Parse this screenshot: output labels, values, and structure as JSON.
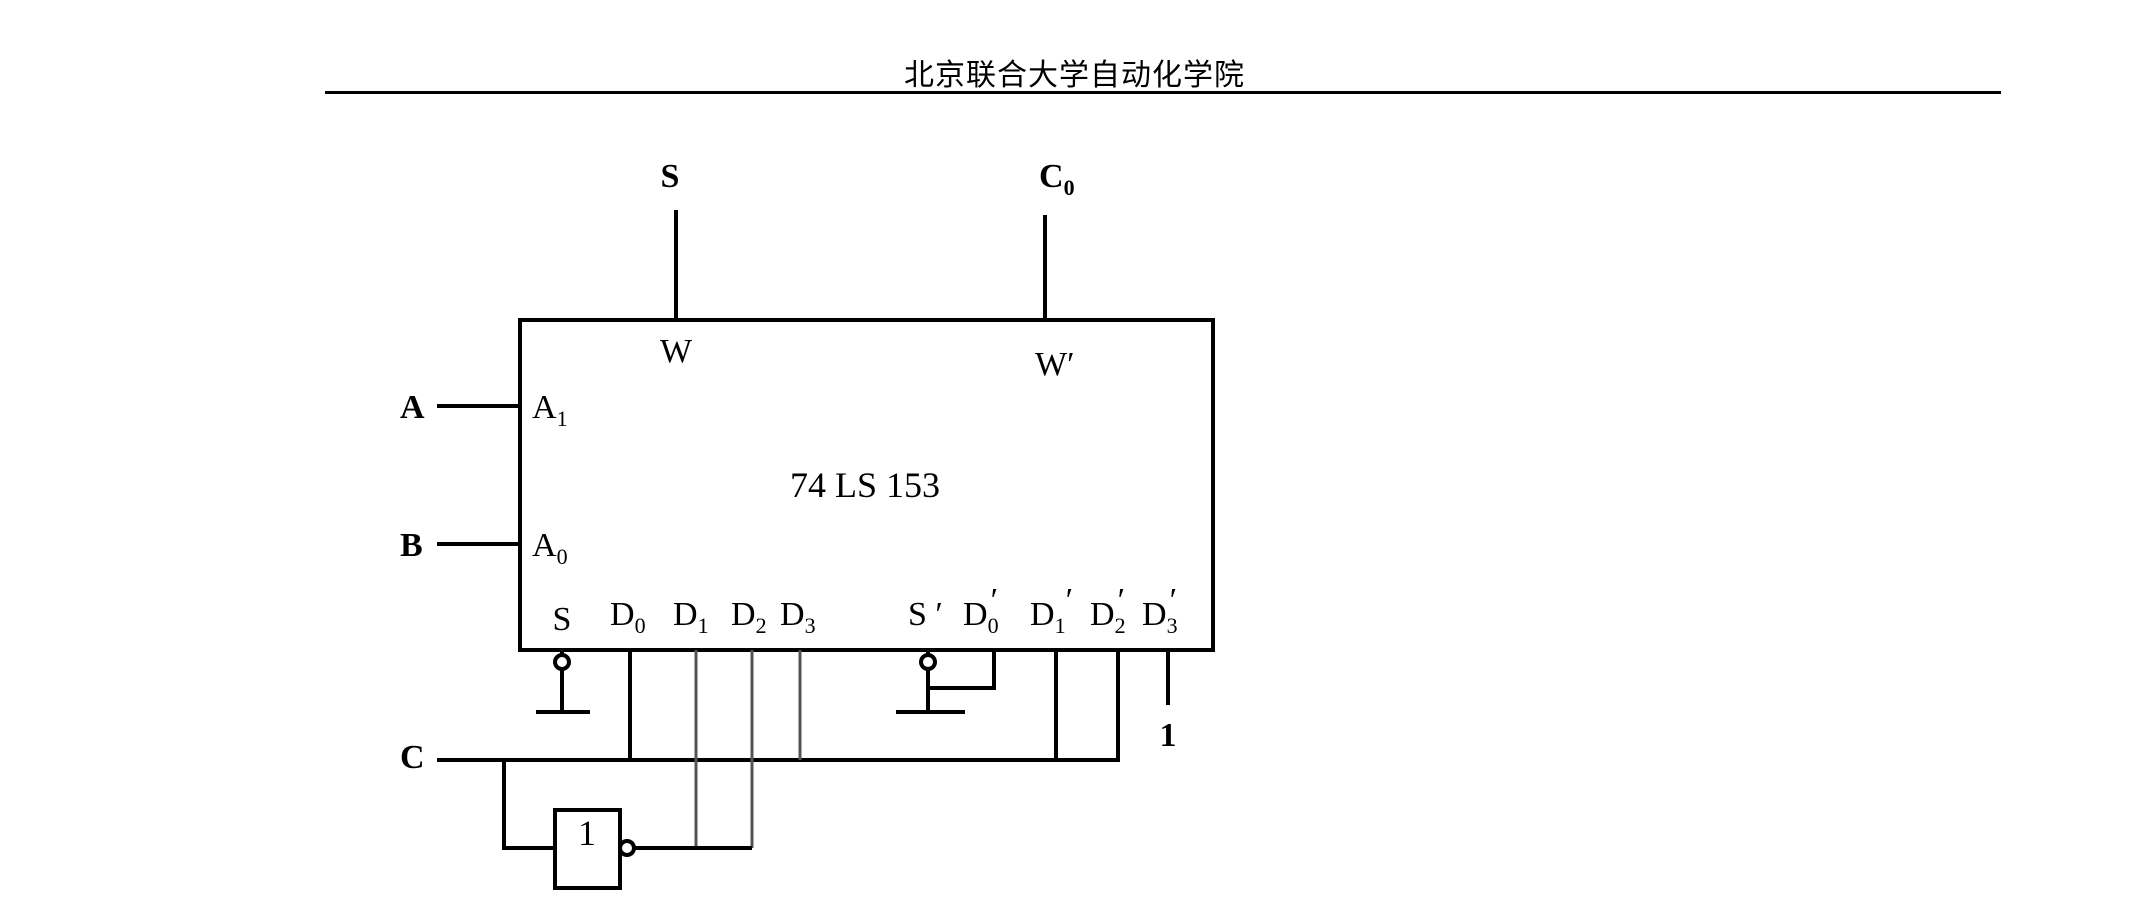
{
  "header": {
    "title": "北京联合大学自动化学院"
  },
  "diagram": {
    "outputs": {
      "s": "S",
      "c0_main": "C",
      "c0_sub": "0"
    },
    "inputs": {
      "a": "A",
      "b": "B",
      "c": "C",
      "one": "1"
    },
    "chip": {
      "label": "74 LS 153",
      "pin_w": "W",
      "pin_w_prime": "W′",
      "pin_a1_main": "A",
      "pin_a1_sub": "1",
      "pin_a0_main": "A",
      "pin_a0_sub": "0",
      "pin_s": "S",
      "pin_s_prime": "S ′",
      "pin_d0": "D",
      "pin_d0_sub": "0",
      "pin_d1": "D",
      "pin_d1_sub": "1",
      "pin_d2": "D",
      "pin_d2_sub": "2",
      "pin_d3": "D",
      "pin_d3_sub": "3",
      "pin_d0p": "D",
      "pin_d0p_sub": "0",
      "pin_d0p_prime": "′",
      "pin_d1p": "D",
      "pin_d1p_sub": "1",
      "pin_d1p_prime": "′",
      "pin_d2p": "D",
      "pin_d2p_sub": "2",
      "pin_d2p_prime": "′",
      "pin_d3p": "D",
      "pin_d3p_sub": "3",
      "pin_d3p_prime": "′"
    },
    "inverter": {
      "label": "1"
    }
  }
}
